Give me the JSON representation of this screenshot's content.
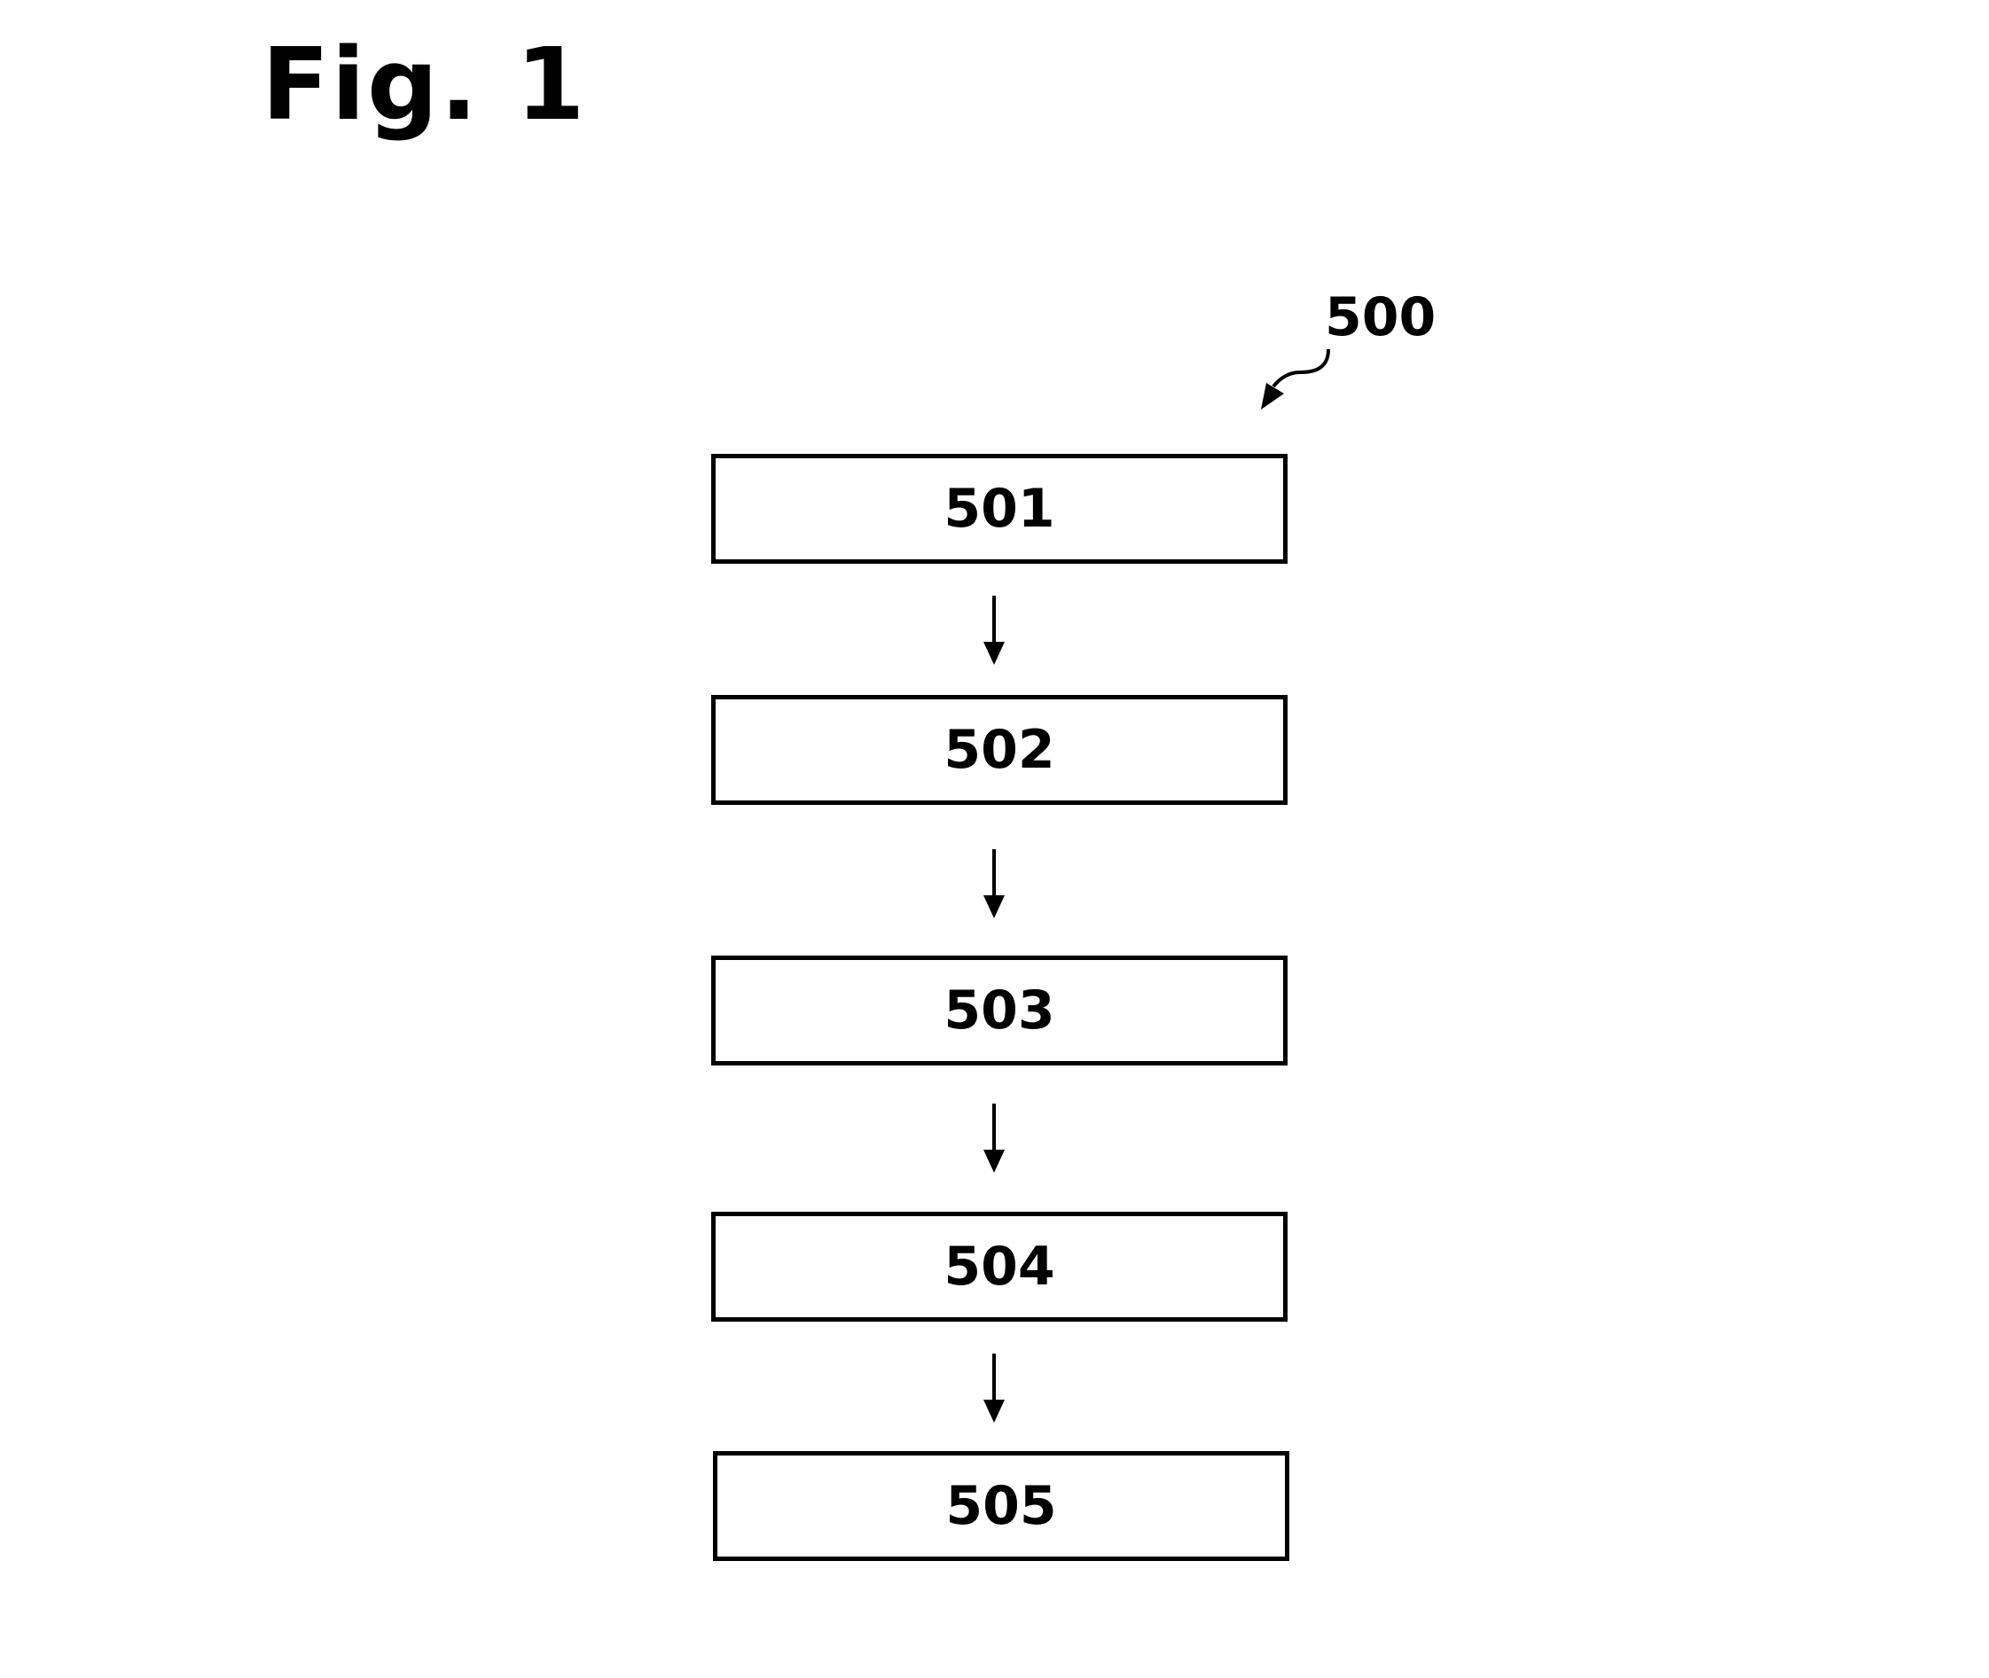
{
  "figure": {
    "title": "Fig. 1",
    "reference_numeral": "500"
  },
  "steps": [
    {
      "label": "501"
    },
    {
      "label": "502"
    },
    {
      "label": "503"
    },
    {
      "label": "504"
    },
    {
      "label": "505"
    }
  ]
}
